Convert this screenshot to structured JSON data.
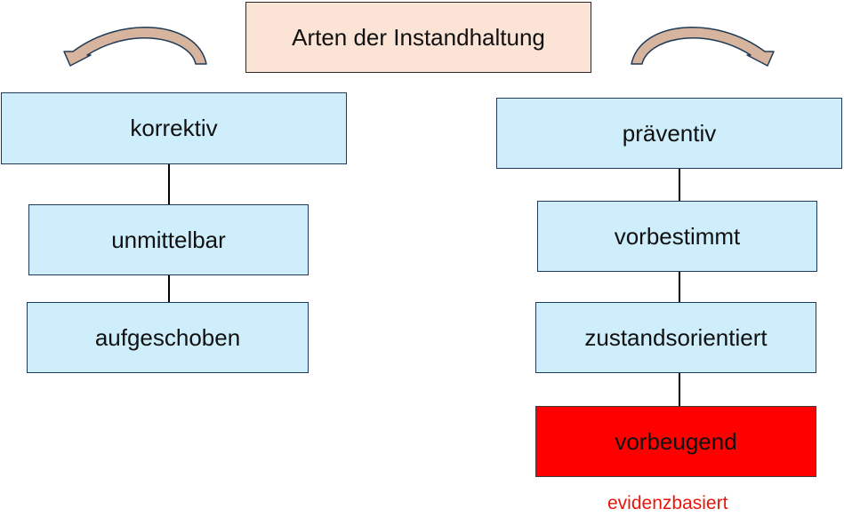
{
  "title": "Arten der Instandhaltung",
  "left_branch": {
    "root": "korrektiv",
    "children": [
      "unmittelbar",
      "aufgeschoben"
    ]
  },
  "right_branch": {
    "root": "präventiv",
    "children": [
      "vorbestimmt",
      "zustandsorientiert",
      "vorbeugend"
    ],
    "highlight_color": "#ff0000",
    "caption": "evidenzbasiert",
    "caption_color": "#e8160c"
  },
  "colors": {
    "node_fill": "#cfeefb",
    "title_fill": "#fbe3d5",
    "arrow_fill": "#d7b49e",
    "border": "#1f3a56"
  },
  "icons": [
    "curved-arrow-left-icon",
    "curved-arrow-right-icon"
  ]
}
